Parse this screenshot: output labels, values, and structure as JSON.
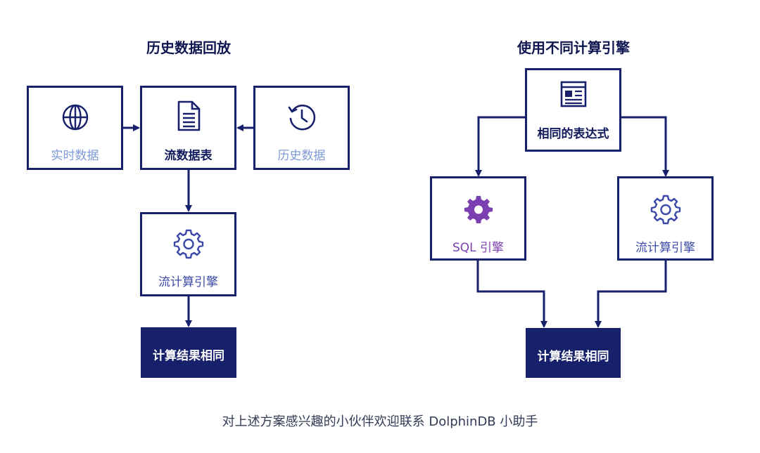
{
  "left": {
    "title": "历史数据回放",
    "realtime_label": "实时数据",
    "stream_table_label": "流数据表",
    "history_label": "历史数据",
    "engine_label": "流计算引擎",
    "result_label": "计算结果相同"
  },
  "right": {
    "title": "使用不同计算引擎",
    "expression_label": "相同的表达式",
    "sql_engine_label": "SQL 引擎",
    "stream_engine_label": "流计算引擎",
    "result_label": "计算结果相同"
  },
  "footer": {
    "text": "对上述方案感兴趣的小伙伴欢迎联系 DolphinDB 小助手"
  },
  "icons": {
    "realtime": "globe-icon",
    "stream_table": "document-icon",
    "history": "history-clock-icon",
    "engine": "gear-outline-icon",
    "expression": "newspaper-icon",
    "sql_engine": "gear-filled-icon",
    "stream_engine": "gear-outline-icon"
  },
  "colors": {
    "border": "#16206b",
    "light_text": "#7f9ad6",
    "mid_text": "#3b4aa8",
    "purple": "#7b3fb0",
    "result_fill": "#16206b"
  }
}
